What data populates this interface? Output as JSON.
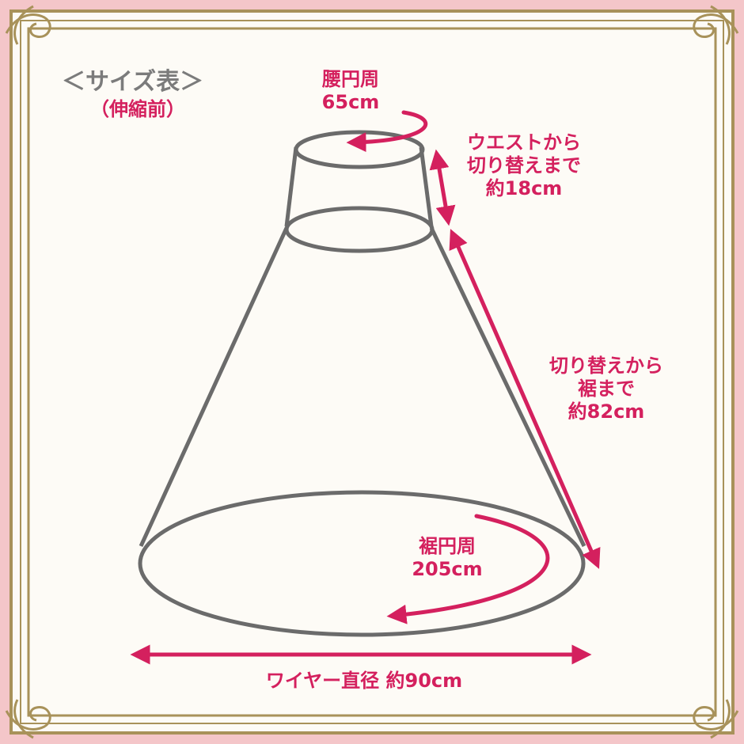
{
  "title": {
    "main": "＜サイズ表＞",
    "sub": "（伸縮前）"
  },
  "measurements": {
    "waist_circumference": {
      "name": "腰円周",
      "value": "65cm"
    },
    "waist_to_switch": {
      "line1": "ウエストから",
      "line2": "切り替えまで",
      "line3": "約18cm"
    },
    "switch_to_hem": {
      "line1": "切り替えから",
      "line2": "裾まで",
      "line3": "約82cm"
    },
    "hem_circumference": {
      "name": "裾円周",
      "value": "205cm"
    },
    "wire_diameter": {
      "text": "ワイヤー直径 約90cm"
    }
  },
  "colors": {
    "accent": "#d4205e",
    "outline": "#6b6b6b",
    "frame_gold": "#a8925a",
    "background_pink": "#f4c6c9",
    "paper": "#fdfbf6"
  },
  "icons": [
    "arrow-icon",
    "curved-arrow-icon",
    "ornamental-frame"
  ]
}
